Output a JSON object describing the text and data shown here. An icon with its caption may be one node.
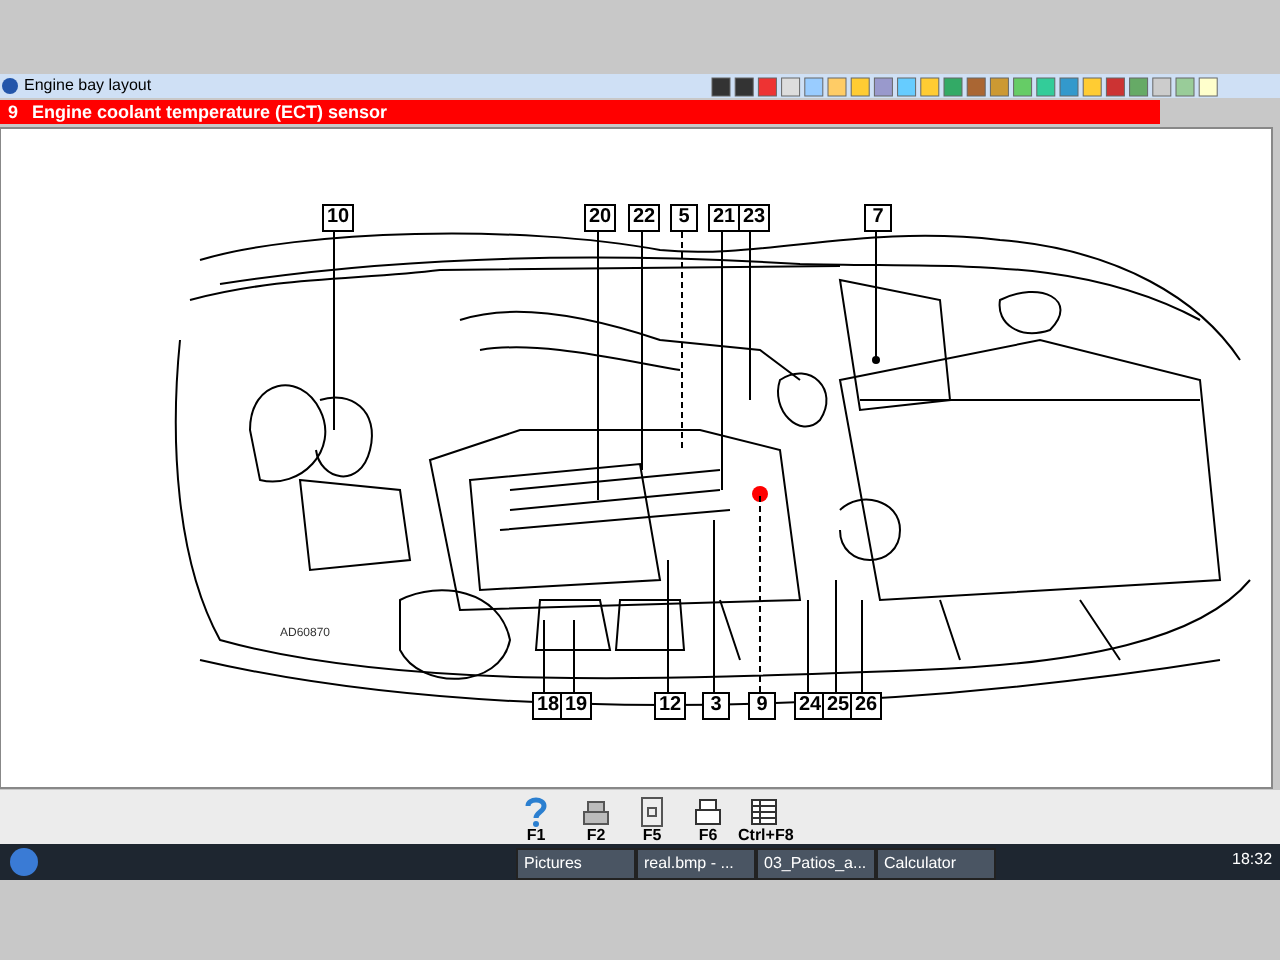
{
  "diagram": {
    "title": "Engine bay layout",
    "nodes": [
      {
        "text": [
          "10"
        ]
      },
      {
        "text": [
          "20"
        ]
      },
      {
        "text": [
          "22"
        ]
      },
      {
        "text": [
          "5"
        ]
      },
      {
        "text": [
          "21"
        ]
      },
      {
        "text": [
          "23"
        ]
      },
      {
        "text": [
          "7"
        ]
      },
      {
        "text": [
          "18"
        ]
      },
      {
        "text": [
          "19"
        ]
      },
      {
        "text": [
          "12"
        ]
      },
      {
        "text": [
          "3"
        ]
      },
      {
        "text": [
          "9"
        ]
      },
      {
        "text": [
          "24"
        ]
      },
      {
        "text": [
          "25"
        ]
      },
      {
        "text": [
          "26"
        ]
      }
    ],
    "edges": [
      {
        "from": 0,
        "to": null,
        "arrow": "none"
      },
      {
        "from": 1,
        "to": null,
        "arrow": "none"
      },
      {
        "from": 2,
        "to": null,
        "arrow": "none"
      },
      {
        "from": 3,
        "to": null,
        "arrow": "none",
        "style": "dashed"
      },
      {
        "from": 4,
        "to": null,
        "arrow": "none"
      },
      {
        "from": 5,
        "to": null,
        "arrow": "none"
      },
      {
        "from": 6,
        "to": null,
        "arrow": "other"
      },
      {
        "from": 7,
        "to": null,
        "arrow": "none"
      },
      {
        "from": 8,
        "to": null,
        "arrow": "none"
      },
      {
        "from": 9,
        "to": null,
        "arrow": "none"
      },
      {
        "from": 10,
        "to": null,
        "arrow": "none"
      },
      {
        "from": 11,
        "to": null,
        "arrow": "none",
        "style": "dashed"
      },
      {
        "from": 12,
        "to": null,
        "arrow": "none"
      },
      {
        "from": 13,
        "to": null,
        "arrow": "none"
      },
      {
        "from": 14,
        "to": null,
        "arrow": "none"
      }
    ],
    "labels": [
      "9",
      "Engine coolant temperature (ECT) sensor",
      "AD60870",
      "F1",
      "F2",
      "F5",
      "F6",
      "Ctrl+F8",
      "Pictures",
      "real.bmp - ...",
      "03_Patios_a...",
      "Calculator",
      "18:32"
    ]
  }
}
